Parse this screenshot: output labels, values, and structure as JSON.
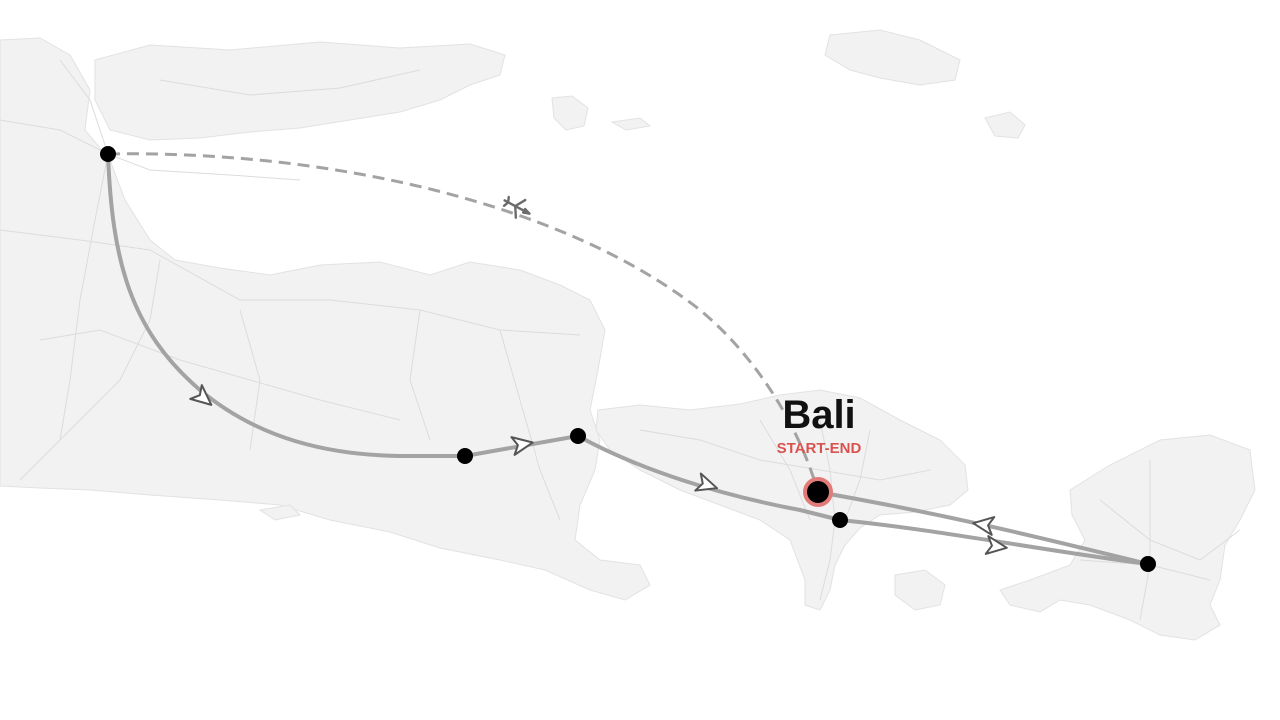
{
  "map": {
    "destination": {
      "name": "Bali",
      "tag": "START-END"
    },
    "stops": [
      {
        "id": "surabaya"
      },
      {
        "id": "java-east-1"
      },
      {
        "id": "ketapang"
      },
      {
        "id": "bali-start-end"
      },
      {
        "id": "bali-south"
      },
      {
        "id": "lombok"
      }
    ],
    "legs": [
      {
        "from": "surabaya",
        "to": "java-east-1",
        "mode": "ground"
      },
      {
        "from": "java-east-1",
        "to": "ketapang",
        "mode": "ground"
      },
      {
        "from": "ketapang",
        "to": "bali-south",
        "mode": "ground"
      },
      {
        "from": "bali-south",
        "to": "lombok",
        "mode": "ground"
      },
      {
        "from": "lombok",
        "to": "bali-start-end",
        "mode": "ground"
      },
      {
        "from": "bali-start-end",
        "to": "surabaya",
        "mode": "flight"
      }
    ],
    "colors": {
      "land": "#f2f2f2",
      "route": "#a3a3a3",
      "stop": "#000000",
      "highlight": "#d9534f"
    },
    "icons": {
      "flight": "airplane-icon",
      "direction": "arrow-icon"
    }
  }
}
